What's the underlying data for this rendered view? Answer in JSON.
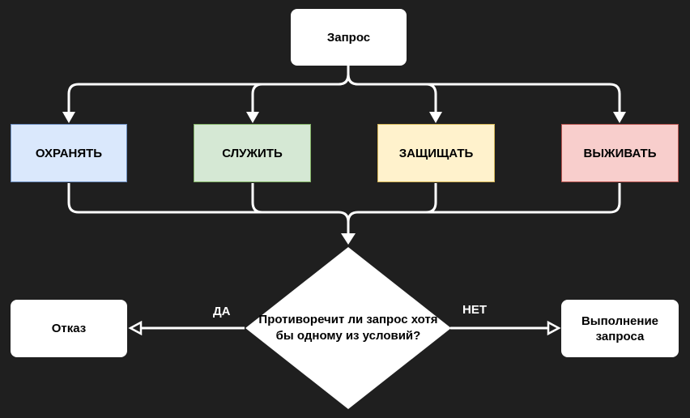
{
  "start": {
    "label": "Запрос"
  },
  "conditions": [
    {
      "label": "ОХРАНЯТЬ",
      "fill": "#dae8fc",
      "stroke": "#6c8ebf"
    },
    {
      "label": "СЛУЖИТЬ",
      "fill": "#d5e8d4",
      "stroke": "#82b366"
    },
    {
      "label": "ЗАЩИЩАТЬ",
      "fill": "#fff2cc",
      "stroke": "#d6b656"
    },
    {
      "label": "ВЫЖИВАТЬ",
      "fill": "#f8cecc",
      "stroke": "#b85450"
    }
  ],
  "decision": {
    "label": "Противоречит ли запрос хотя бы одному из условий?"
  },
  "yes_branch": {
    "edge_label": "ДА",
    "target": "Отказ"
  },
  "no_branch": {
    "edge_label": "НЕТ",
    "target": "Выполнение запроса"
  },
  "colors": {
    "background": "#1f1f1f",
    "connector": "#ffffff"
  }
}
